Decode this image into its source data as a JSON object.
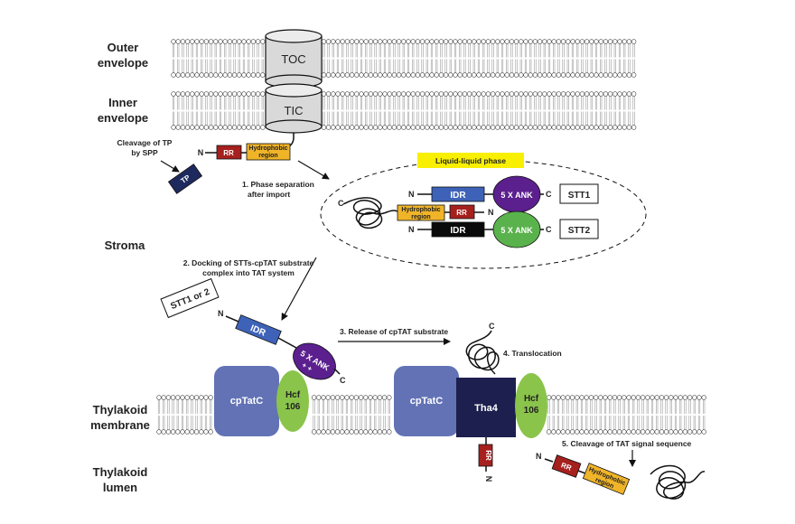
{
  "regions": {
    "outer_envelope": [
      "Outer",
      "envelope"
    ],
    "inner_envelope": [
      "Inner",
      "envelope"
    ],
    "stroma": "Stroma",
    "thylakoid_membrane": [
      "Thylakoid",
      "membrane"
    ],
    "thylakoid_lumen": [
      "Thylakoid",
      "lumen"
    ]
  },
  "channels": {
    "toc": "TOC",
    "tic": "TIC"
  },
  "precursor": {
    "n": "N",
    "rr": "RR",
    "hydrophobic": [
      "Hydrophobic",
      "region"
    ],
    "tp": "TP",
    "cleavage": [
      "Cleavage of TP",
      "by SPP"
    ]
  },
  "phase": {
    "title": "Liquid-liquid phase",
    "idr": "IDR",
    "ank": "5 X ANK",
    "c": "C",
    "n": "N",
    "stt1": "STT1",
    "stt2": "STT2",
    "rr": "RR",
    "hydrophobic": [
      "Hydrophobic",
      "region"
    ]
  },
  "steps": {
    "step1": [
      "1. Phase separation",
      "after import"
    ],
    "step2": [
      "2. Docking of STTs-cpTAT substrate",
      "complex into TAT system"
    ],
    "step3": "3. Release of cpTAT substrate",
    "step4": "4. Translocation",
    "step5": "5. Cleavage of TAT signal sequence"
  },
  "docking": {
    "stt_label": "STT1 or 2",
    "n": "N",
    "idr": "IDR",
    "ank": "5 X ANK",
    "charges": "+ +",
    "c": "C"
  },
  "tat": {
    "cptatc": "cpTatC",
    "hcf": [
      "Hcf",
      "106"
    ],
    "tha4": "Tha4",
    "rr": "RR",
    "n": "N",
    "c": "C"
  },
  "lumen_products": {
    "n": "N",
    "rr": "RR",
    "hydrophobic": [
      "Hydrophobic",
      "region"
    ]
  },
  "colors": {
    "idr": "#3d62b8",
    "ank_purple": "#5b1f8e",
    "ank_green": "#5ab24c",
    "rr": "#a6201e",
    "hydrophobic": "#f0b429",
    "phase_title": "#f8f000",
    "cptatc": "#6272b5",
    "hcf": "#8ac44b",
    "tha4": "#1d1f4f",
    "tp": "#1e2a5e"
  }
}
